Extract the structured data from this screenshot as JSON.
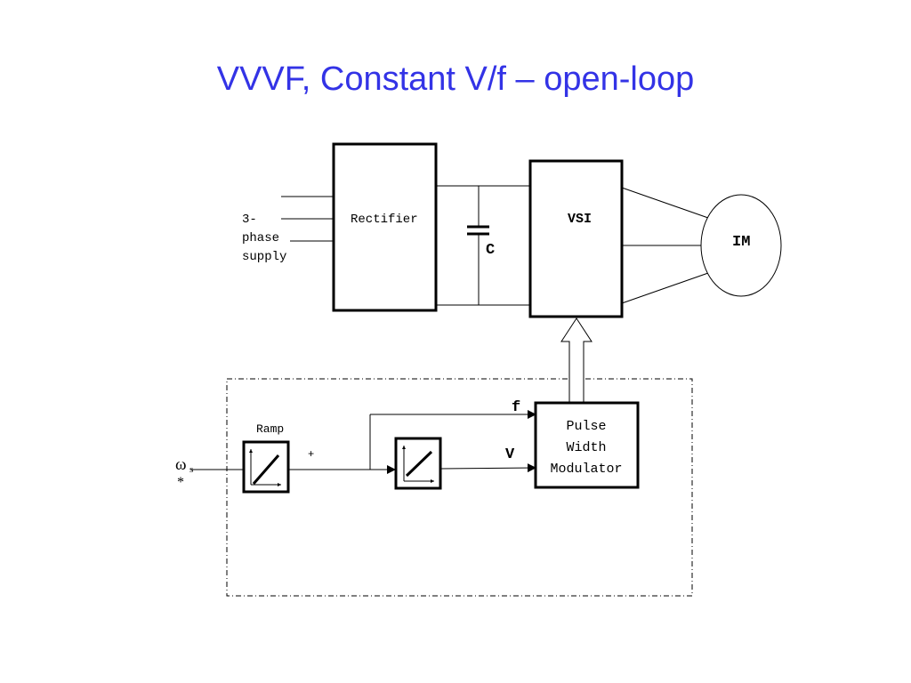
{
  "title": "VVVF, Constant V/f – open-loop",
  "blocks": {
    "rectifier": "Rectifier",
    "capacitor": "C",
    "vsi": "VSI",
    "motor": "IM",
    "ramp": "Ramp",
    "pwm": [
      "Pulse",
      "Width",
      "Modulator"
    ]
  },
  "supply": [
    "3-",
    "phase",
    "supply"
  ],
  "signals": {
    "reference_symbol": "ω",
    "reference_subscript": "s",
    "reference_star": "*",
    "sum_sign": "+",
    "f_label": "f",
    "v_label": "V"
  }
}
